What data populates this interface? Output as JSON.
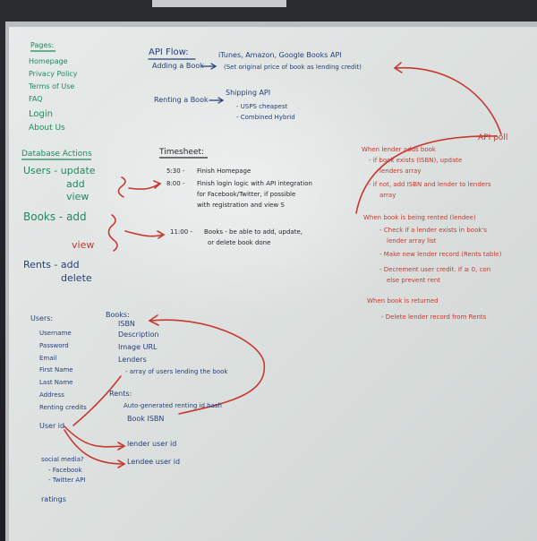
{
  "pages": {
    "heading": "Pages:",
    "items": [
      "Homepage",
      "Privacy Policy",
      "Terms of Use",
      "FAQ",
      "Login",
      "About Us"
    ]
  },
  "db_actions": {
    "heading": "Database Actions",
    "users": "Users - update",
    "users_add": "add",
    "users_view": "view",
    "books": "Books - add",
    "books_view": "view",
    "rents": "Rents - add",
    "rents_delete": "delete"
  },
  "api_flow": {
    "heading": "API Flow:",
    "adding": "Adding a Book",
    "adding_target": "iTunes, Amazon, Google Books API",
    "adding_note": "(Set original price of book as lending credit)",
    "renting": "Renting a Book",
    "renting_target": "Shipping API",
    "renting_opt1": "- USPS cheapest",
    "renting_opt2": "- Combined Hybrid"
  },
  "timesheet": {
    "heading": "Timesheet:",
    "e1_time": "5:30 -",
    "e1_text": "Finish Homepage",
    "e2_time": "8:00 -",
    "e2_text1": "Finish login logic with API integration",
    "e2_text2": "for Facebook/Twitter, if possible",
    "e2_text3": "with registration and view S",
    "e3_time": "11:00 -",
    "e3_text1": "Books - be able to add, update,",
    "e3_text2": "or delete book done"
  },
  "api_poll": {
    "label": "API poll",
    "l1": "When lender adds book",
    "l2": "- if book exists (ISBN), update",
    "l3": "lenders array",
    "l4": "- if not, add ISBN and lender to lenders",
    "l5": "array",
    "l6": "When book is being rented (lendee)",
    "l7": "- Check if a lender exists in book's",
    "l8": "lender array list",
    "l9": "- Make new lender record (Rents table)",
    "l10": "- Decrement user credit. If ≥ 0, con",
    "l11": "else prevent rent",
    "l12": "When book is returned",
    "l13": "- Delete lender record from Rents"
  },
  "users_schema": {
    "heading": "Users:",
    "fields": [
      "Username",
      "Password",
      "Email",
      "First Name",
      "Last Name",
      "Address",
      "Renting credits",
      "User id"
    ],
    "social": "social media?",
    "social1": "- Facebook",
    "social2": "- Twitter API",
    "ratings": "ratings"
  },
  "books_schema": {
    "heading": "Books:",
    "fields": [
      "ISBN",
      "Description",
      "Image URL",
      "Lenders"
    ],
    "lenders_note": "- array of users lending the book"
  },
  "rents_schema": {
    "heading": "Rents:",
    "f1": "Auto-generated renting id hash",
    "f2": "Book ISBN",
    "f3": "lender user id",
    "f4": "Lendee user id"
  },
  "colors": {
    "board": "#dfe4e3",
    "green_marker": "#1f8a5c",
    "blue_marker": "#263d78",
    "black_marker": "#25262b",
    "red_marker": "#c7392f"
  }
}
